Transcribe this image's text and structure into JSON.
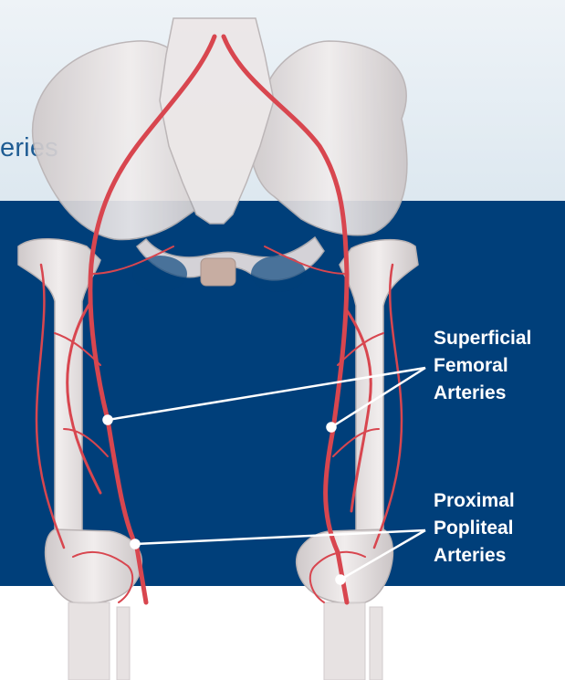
{
  "heading_fragment": "eries",
  "callouts": {
    "superficial_femoral": [
      "Superficial",
      "Femoral",
      "Arteries"
    ],
    "proximal_popliteal": [
      "Proximal",
      "Popliteal",
      "Arteries"
    ]
  },
  "colors": {
    "panel": "#003f7a",
    "top_band": "#e6eef4",
    "bone": "#e9e4e4",
    "artery": "#d8464f",
    "label": "#ffffff",
    "heading": "#1f5c93"
  }
}
